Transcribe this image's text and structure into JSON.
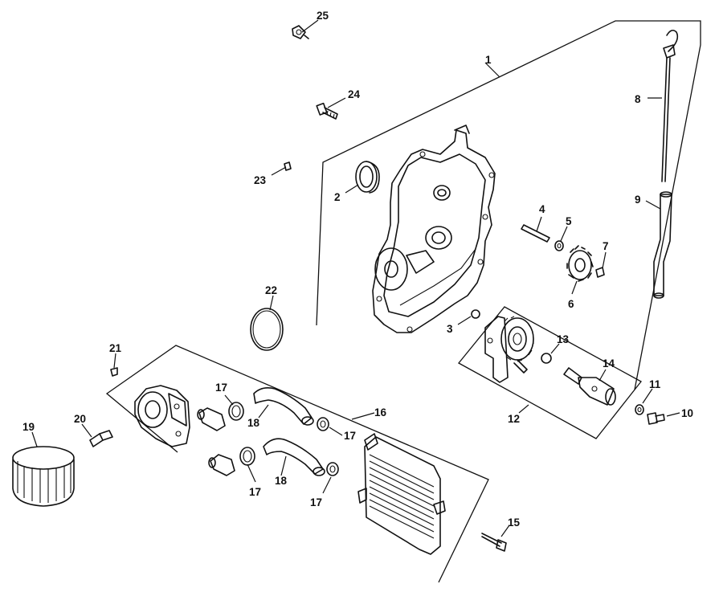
{
  "diagram": {
    "callouts": {
      "c1": "1",
      "c2": "2",
      "c3": "3",
      "c4": "4",
      "c5": "5",
      "c6": "6",
      "c7": "7",
      "c8": "8",
      "c9": "9",
      "c10": "10",
      "c11": "11",
      "c12": "12",
      "c13": "13",
      "c14": "14",
      "c15": "15",
      "c16": "16",
      "c17a": "17",
      "c17b": "17",
      "c17c": "17",
      "c17d": "17",
      "c18a": "18",
      "c18b": "18",
      "c19": "19",
      "c20": "20",
      "c21": "21",
      "c22": "22",
      "c23": "23",
      "c24": "24",
      "c25": "25"
    },
    "icons": {
      "cover": "gear-cover-icon",
      "seal": "oil-seal-icon",
      "pump": "oil-pump-icon",
      "dipstick": "dipstick-icon",
      "filter": "oil-filter-icon",
      "cooler": "oil-cooler-icon"
    }
  }
}
